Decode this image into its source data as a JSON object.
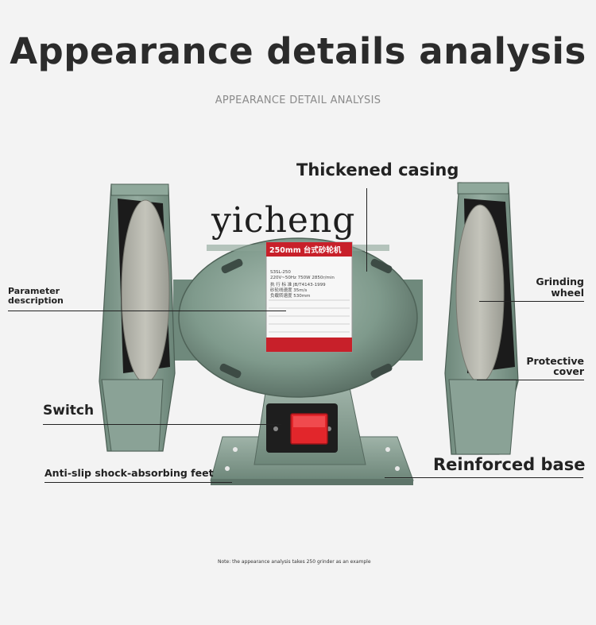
{
  "header": {
    "title": "Appearance details analysis",
    "subtitle": "APPEARANCE DETAIL ANALYSIS"
  },
  "watermark": "yicheng",
  "callouts": {
    "thickened_casing": "Thickened casing",
    "parameter_line1": "Parameter",
    "parameter_line2": "description",
    "grinding_line1": "Grinding",
    "grinding_line2": "wheel",
    "protective_line1": "Protective",
    "protective_line2": "cover",
    "switch": "Switch",
    "anti_slip_feet": "Anti-slip shock-absorbing feet",
    "reinforced_base": "Reinforced base"
  },
  "nameplate": {
    "heading": "250mm 台式砂轮机",
    "row1": "S3SL-250",
    "row2": "220V~50Hz  750W  2850r/min",
    "row3": "执 行 标 准  JB/T4143-1999",
    "row4": "砂轮线速度  35m/s",
    "row5": "负载转速度  530mm"
  },
  "note": "Note: the appearance analysis takes 250 grinder as an example",
  "colors": {
    "casing": "#7f9a8c",
    "casing_dark": "#5f7a6d",
    "switch_red": "#e2262b",
    "plate_red": "#c8202a"
  }
}
